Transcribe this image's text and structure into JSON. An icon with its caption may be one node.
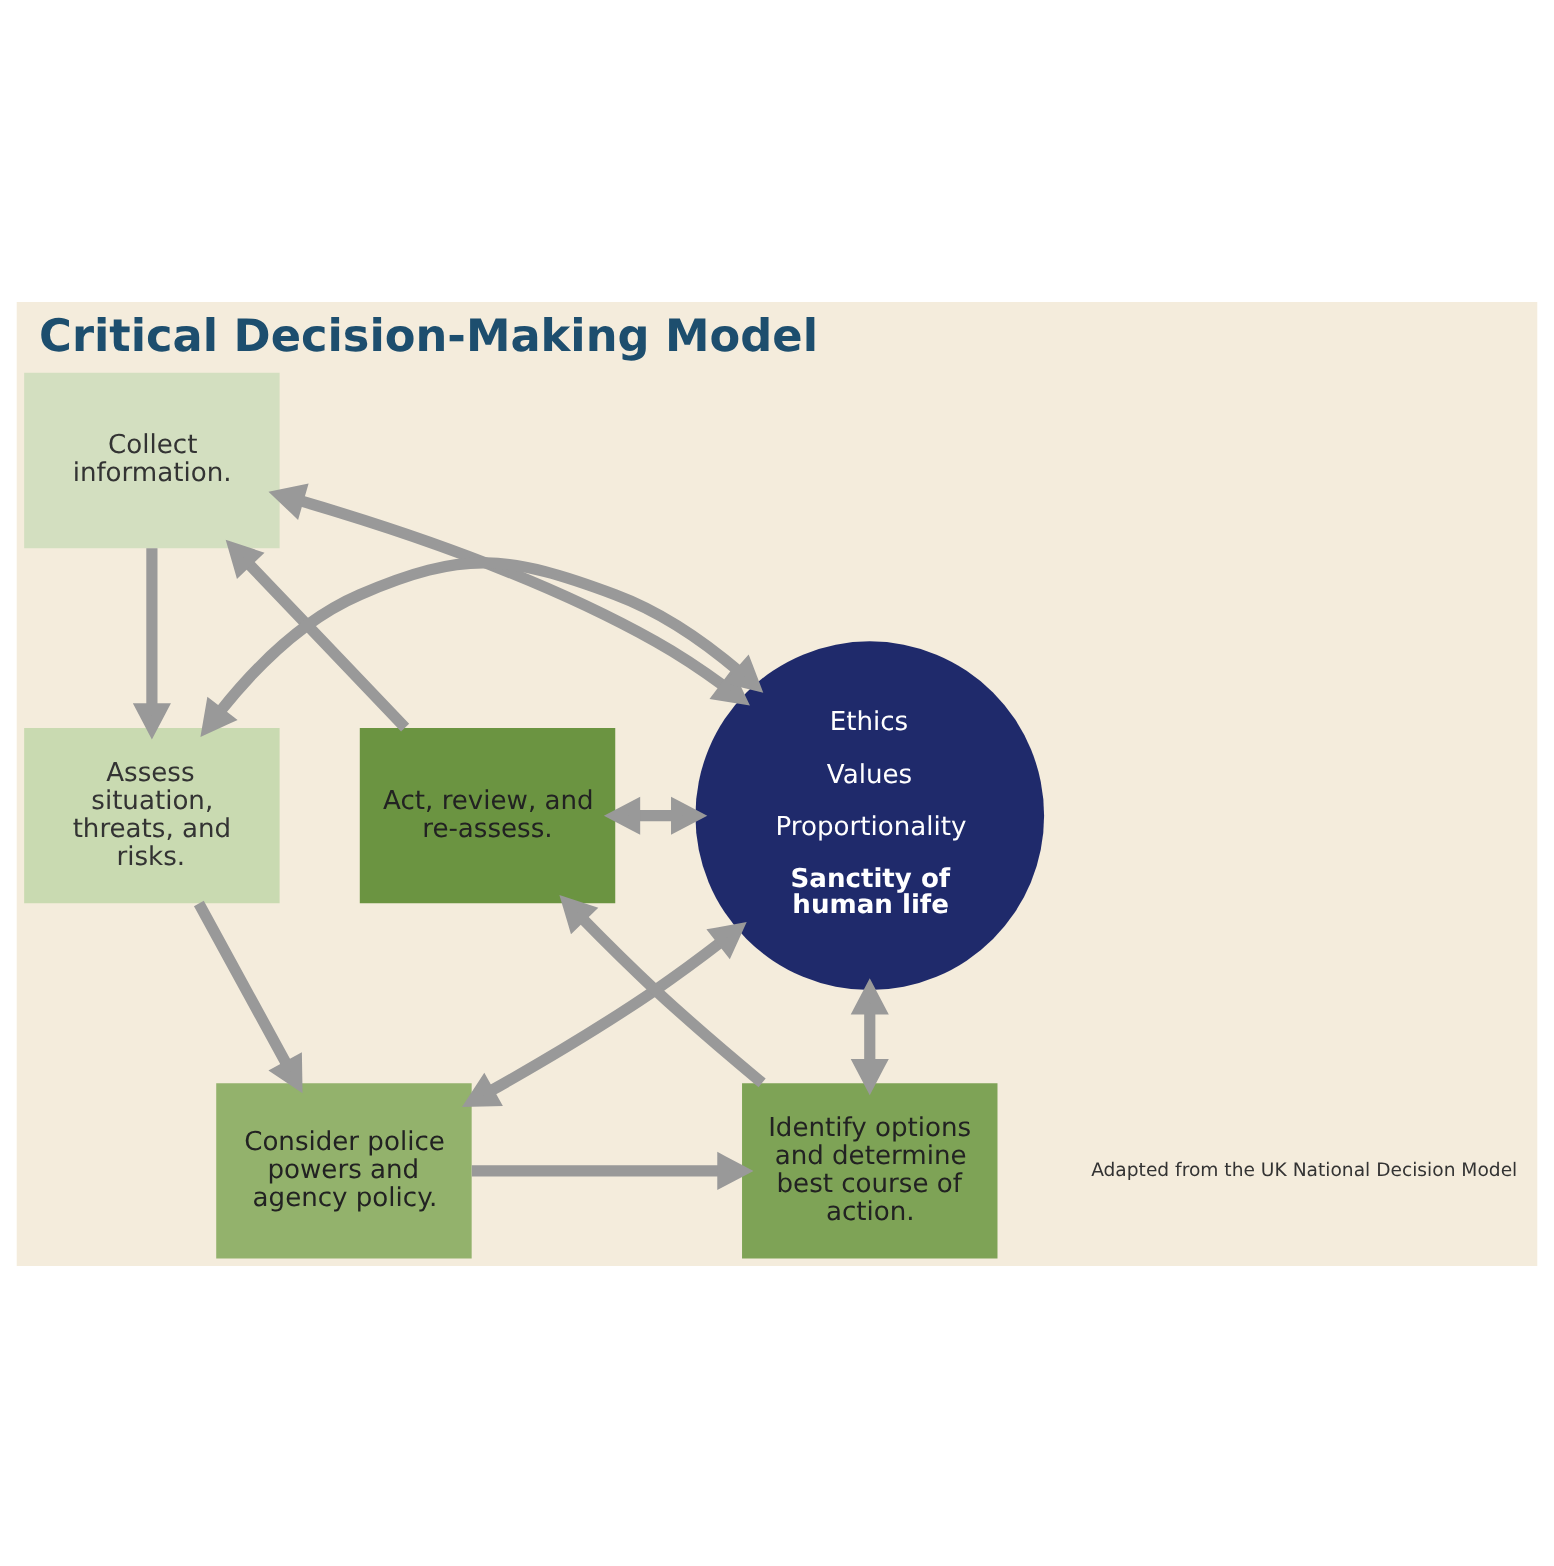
{
  "diagram": {
    "title": "Critical Decision-Making Model",
    "nodes": [
      {
        "text": [
          "Collect information."
        ]
      },
      {
        "text": [
          "Assess situation, threats, and risks."
        ]
      },
      {
        "text": [
          "Consider police powers and agency policy."
        ]
      },
      {
        "text": [
          "Identify options and determine best course of action."
        ]
      },
      {
        "text": [
          "Act, review, and re-assess."
        ]
      },
      {
        "text": [
          "Ethics",
          "Values",
          "Proportionality",
          "Sanctity of human life"
        ]
      }
    ],
    "edges": [
      {
        "from": 0,
        "to": 1,
        "arrow": "to"
      },
      {
        "from": 1,
        "to": 2,
        "arrow": "to"
      },
      {
        "from": 2,
        "to": 3,
        "arrow": "to"
      },
      {
        "from": 3,
        "to": 4,
        "arrow": "to"
      },
      {
        "from": 4,
        "to": 0,
        "arrow": "to"
      },
      {
        "from": 5,
        "to": 0,
        "arrow": "both"
      },
      {
        "from": 5,
        "to": 1,
        "arrow": "both"
      },
      {
        "from": 5,
        "to": 2,
        "arrow": "both"
      },
      {
        "from": 5,
        "to": 3,
        "arrow": "both"
      },
      {
        "from": 5,
        "to": 4,
        "arrow": "both"
      }
    ],
    "labels": [
      "Adapted from the UK National Decision Model"
    ]
  }
}
